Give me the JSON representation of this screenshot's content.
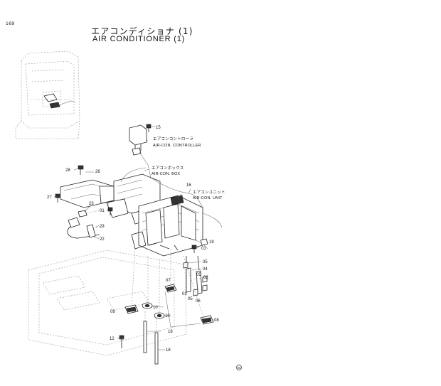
{
  "page_number": "169",
  "title_jp": "エアコンディショナ (1)",
  "title_en": "AIR CONDITIONER (1)",
  "callouts": {
    "controller": {
      "jp": "エアコンコントローラ",
      "en": "AIR-CON. CONTROLLER"
    },
    "box": {
      "jp": "エアコンボックス",
      "en": "AIR-CON. BOX"
    },
    "unit": {
      "jp": "エアコンユニット",
      "en": "AIR-CON. UNIT"
    }
  },
  "part_labels": {
    "p15a": "15",
    "p28": "28",
    "p26": "26",
    "p27": "27",
    "p16": "16",
    "p01a": "01",
    "p23a": "23",
    "p23b": "23",
    "p22": "22",
    "p19": "19",
    "p01b": "01",
    "p05a": "05",
    "p04": "04",
    "p07": "07",
    "p05b": "05",
    "p03": "03",
    "p02": "02",
    "p05c": "05",
    "p06": "06",
    "p09": "09",
    "p10a": "10",
    "p10b": "10",
    "p08": "08",
    "p18a": "18",
    "p12": "12",
    "p18b": "18"
  },
  "corner_mark": "M"
}
